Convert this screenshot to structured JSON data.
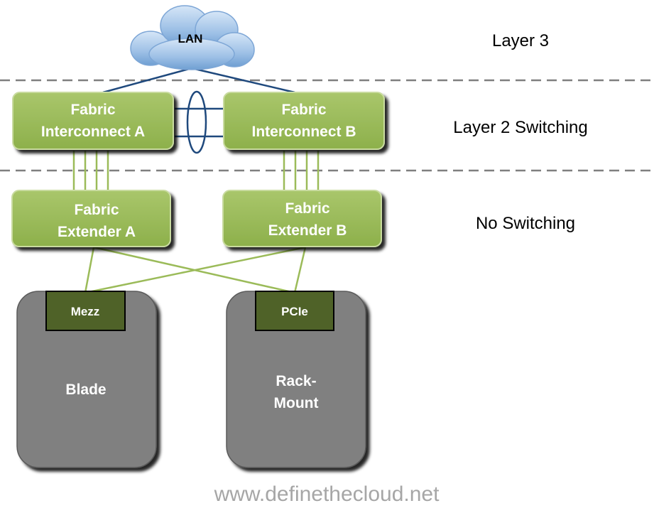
{
  "cloud": {
    "label": "LAN"
  },
  "layers": {
    "layer3": "Layer 3",
    "layer2": "Layer 2 Switching",
    "no_switching": "No Switching"
  },
  "fabric_interconnect_a": {
    "line1": "Fabric",
    "line2": "Interconnect A"
  },
  "fabric_interconnect_b": {
    "line1": "Fabric",
    "line2": "Interconnect B"
  },
  "fabric_extender_a": {
    "line1": "Fabric",
    "line2": "Extender A"
  },
  "fabric_extender_b": {
    "line1": "Fabric",
    "line2": "Extender B"
  },
  "blade": {
    "label": "Blade",
    "adapter": "Mezz"
  },
  "rackmount": {
    "line1": "Rack-",
    "line2": "Mount",
    "adapter": "PCIe"
  },
  "watermark": "www.definethecloud.net",
  "colors": {
    "box_fill": "#9bbb59",
    "box_border": "#c9dba0",
    "server_fill": "#808080",
    "adapter_fill": "#4f6228",
    "link_blue": "#1f497d",
    "link_green": "#9bbb59",
    "cloud_blue": "#8fb4df",
    "divider": "#7f7f7f"
  }
}
